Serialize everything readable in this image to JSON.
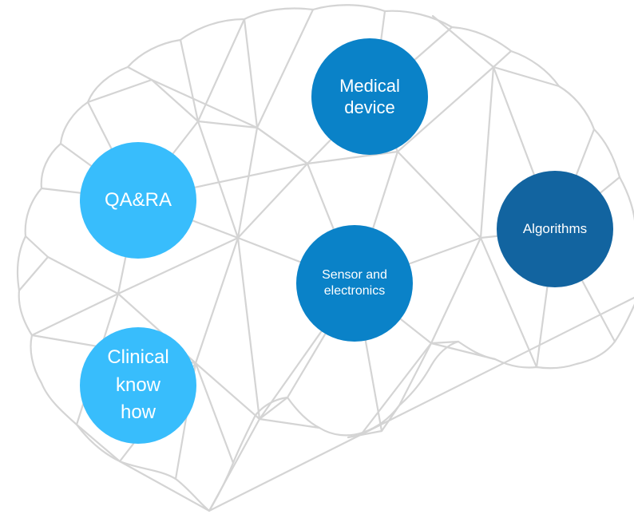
{
  "diagram": {
    "nodes": [
      {
        "id": "medical-device",
        "label": "Medical\ndevice",
        "color": "#0a82c8"
      },
      {
        "id": "qa-ra",
        "label": "QA&RA",
        "color": "#38bdfc"
      },
      {
        "id": "algorithms",
        "label": "Algorithms",
        "color": "#1264a0"
      },
      {
        "id": "sensor-electronics",
        "label": "Sensor and\nelectronics",
        "color": "#0a82c8"
      },
      {
        "id": "clinical-know-how",
        "label": "Clinical\nknow\nhow",
        "color": "#38bdfc"
      }
    ],
    "mesh_color": "#d4d4d4"
  }
}
